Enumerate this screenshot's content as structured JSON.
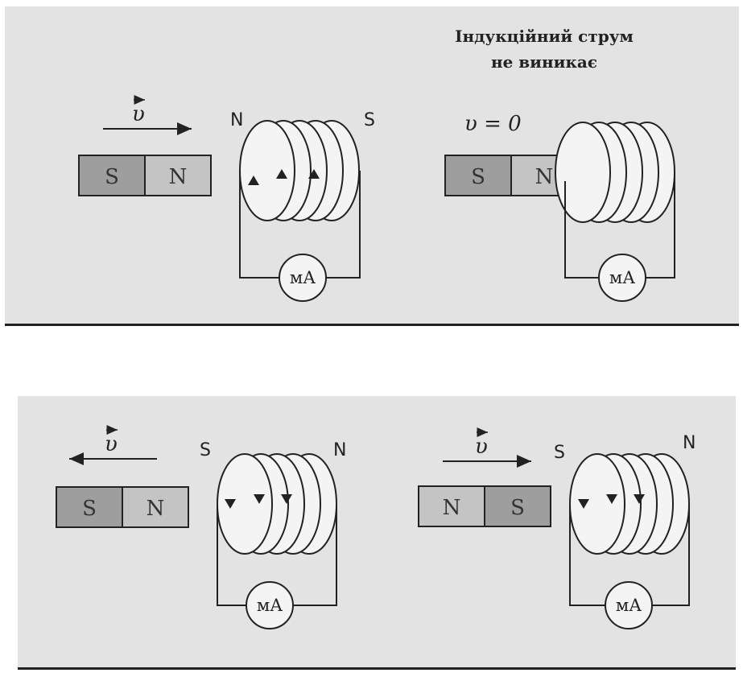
{
  "velocity_label": "υ",
  "zero_velocity_label": "υ = 0",
  "note": {
    "line1": "Індукційний струм",
    "line2": "не виникає"
  },
  "scenes": [
    {
      "magnet": [
        "S",
        "N"
      ],
      "coil_poles": [
        "N",
        "S"
      ],
      "meter": "мА"
    },
    {
      "magnet": [
        "S",
        "N"
      ],
      "coil_poles": [
        "",
        ""
      ],
      "meter": "мА"
    },
    {
      "magnet": [
        "S",
        "N"
      ],
      "coil_poles": [
        "S",
        "N"
      ],
      "meter": "мА"
    },
    {
      "magnet": [
        "N",
        "S"
      ],
      "coil_poles": [
        "S",
        "N"
      ],
      "meter": "мА"
    }
  ],
  "colors": {
    "panel_bg": "#e3e3e3",
    "magnet_dark": "#9e9e9e",
    "magnet_light": "#c4c4c4",
    "line": "#222222"
  }
}
